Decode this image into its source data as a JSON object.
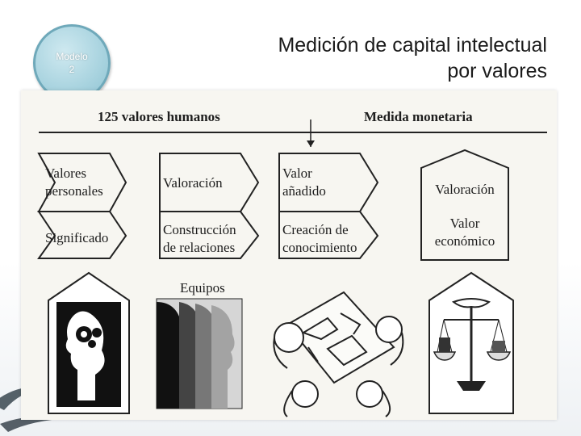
{
  "badge": {
    "line1": "Modelo",
    "line2": "2"
  },
  "title": {
    "line1": "Medición de capital intelectual",
    "line2": "por valores"
  },
  "diagram": {
    "header_left": "125 valores humanos",
    "header_right": "Medida monetaria",
    "stages": [
      {
        "top": [
          "Valores",
          "personales"
        ],
        "bottom": [
          "Significado"
        ]
      },
      {
        "top": [
          "Valoración"
        ],
        "bottom": [
          "Construcción",
          "de relaciones"
        ]
      },
      {
        "top": [
          "Valor",
          "añadido"
        ],
        "bottom": [
          "Creación de",
          "conocimiento"
        ]
      },
      {
        "top": [
          "Valoración"
        ],
        "bottom": [
          "Valor",
          "económico"
        ]
      }
    ],
    "equipos_label": "Equipos",
    "icons": [
      "head-gears-icon",
      "team-faces-icon",
      "collaboration-icon",
      "balance-scale-icon"
    ]
  },
  "colors": {
    "badge": "#a8d3df",
    "ink": "#1e1e1e",
    "paper": "#f7f6f1"
  }
}
